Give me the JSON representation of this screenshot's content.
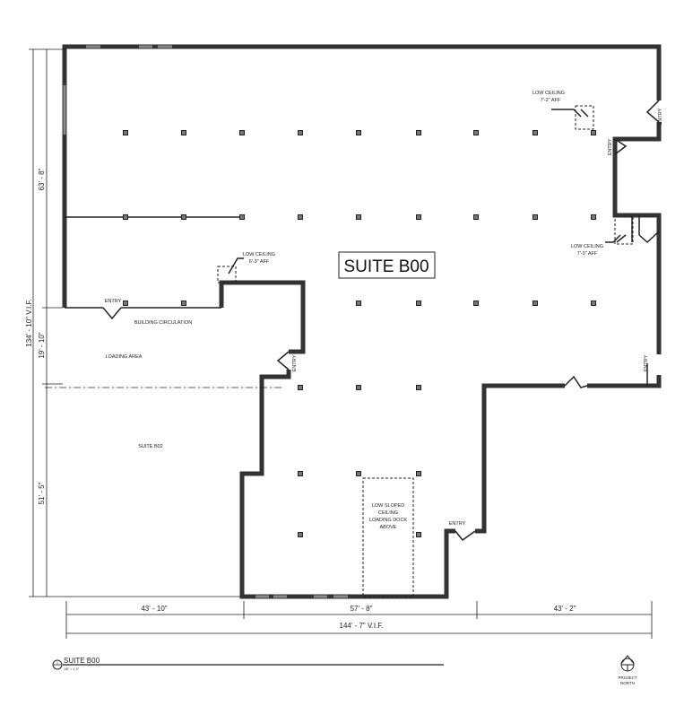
{
  "plan": {
    "suite_label": "SUITE B00",
    "rooms": {
      "building_circulation": "BUILDING CIRCULATION",
      "loading_area": "LOADING AREA",
      "suite_b02": "SUITE B02"
    },
    "notes": {
      "low_ceiling_top_right_1": "LOW CEILING",
      "low_ceiling_top_right_2": "7'-2\" AFF",
      "low_ceiling_right_1": "LOW CEILING",
      "low_ceiling_right_2": "7'-0\" AFF",
      "low_ceiling_left_1": "LOW CEILING",
      "low_ceiling_left_2": "6'-3\" AFF",
      "loading_dock_1": "LOW SLOPED",
      "loading_dock_2": "CEILING",
      "loading_dock_3": "LOADING DOCK",
      "loading_dock_4": "ABOVE"
    },
    "entry_label": "ENTRY"
  },
  "dimensions": {
    "overall_vertical": "134' - 10\" V.I.F.",
    "top_vertical": "63' - 8\"",
    "middle_vertical": "19' - 10\"",
    "bottom_vertical": "51' - 5\"",
    "bottom_left": "43' - 10\"",
    "bottom_middle": "57' - 8\"",
    "bottom_right": "43' - 2\"",
    "overall_horizontal": "144' - 7\" V.I.F."
  },
  "title_block": {
    "view_number": "1",
    "title": "SUITE B00",
    "scale": "1/8\" = 1'-0\"",
    "north_label_1": "PROJECT",
    "north_label_2": "NORTH"
  }
}
